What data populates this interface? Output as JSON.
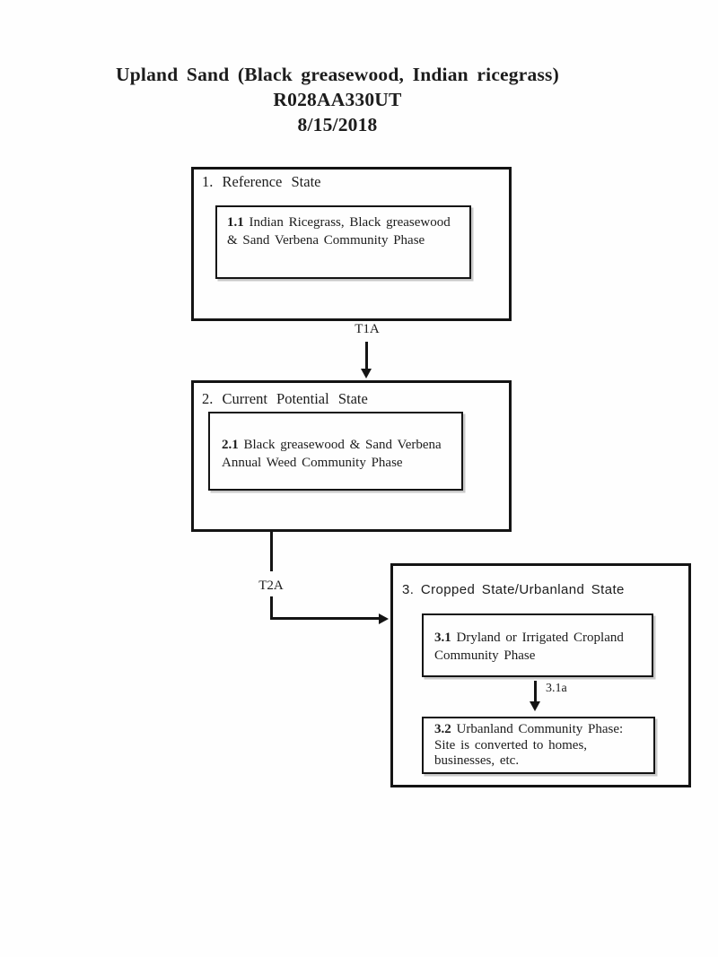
{
  "title": {
    "line1": "Upland Sand (Black greasewood, Indian ricegrass)",
    "line2": "R028AA330UT",
    "line3": "8/15/2018"
  },
  "diagram": {
    "states": [
      {
        "label": "1. Reference State",
        "phases": [
          {
            "num": "1.1",
            "text": "Indian Ricegrass, Black greasewood & Sand Verbena Community Phase"
          }
        ]
      },
      {
        "label": "2. Current Potential State",
        "phases": [
          {
            "num": "2.1",
            "text": "Black greasewood & Sand Verbena Annual Weed Community Phase"
          }
        ]
      },
      {
        "label": "3. Cropped State/Urbanland State",
        "phases": [
          {
            "num": "3.1",
            "text": "Dryland or Irrigated Cropland Community Phase"
          },
          {
            "num": "3.2",
            "text": "Urbanland Community Phase: Site is converted to homes, businesses, etc."
          }
        ]
      }
    ],
    "transitions": [
      {
        "label": "T1A",
        "from": "1. Reference State",
        "to": "2. Current Potential State"
      },
      {
        "label": "T2A",
        "from": "2. Current Potential State",
        "to": "3. Cropped State/Urbanland State"
      },
      {
        "label": "3.1a",
        "from": "3.1",
        "to": "3.2"
      }
    ]
  },
  "colors": {
    "ink": "#141414",
    "background": "#fefefe",
    "inner_box_shadow": "#c9c9c9"
  }
}
